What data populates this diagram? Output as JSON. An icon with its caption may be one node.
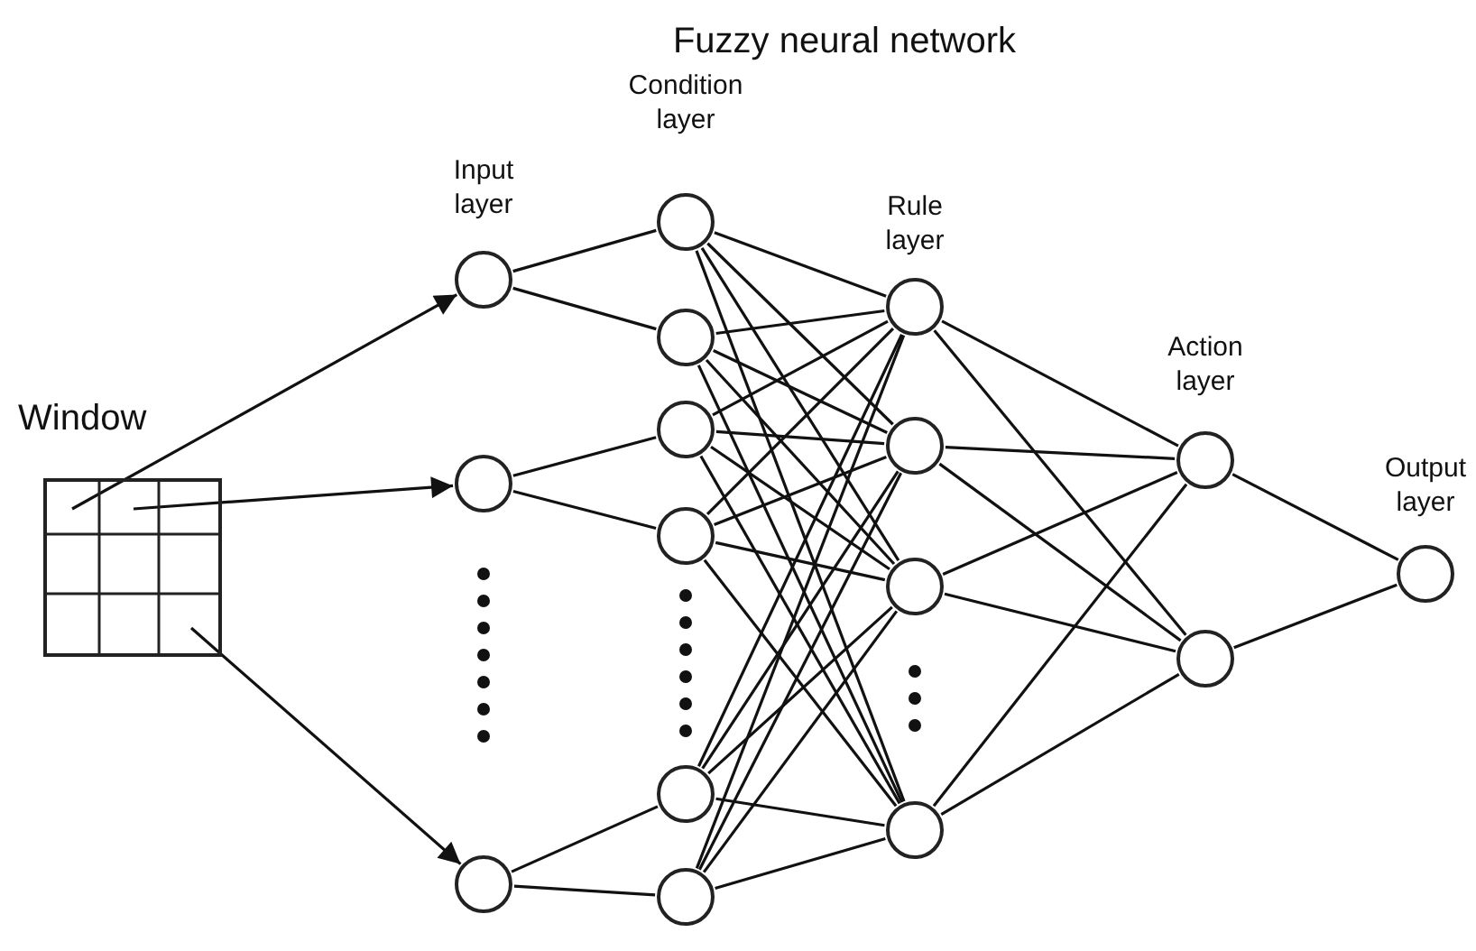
{
  "diagram": {
    "title": "Fuzzy neural network",
    "nodes": [
      {
        "text": [],
        "shape": "box",
        "beside": [
          "Window"
        ]
      },
      {
        "text": [],
        "shape": "circle"
      },
      {
        "text": [],
        "shape": "circle"
      },
      {
        "text": [],
        "shape": "circle"
      },
      {
        "text": [],
        "shape": "circle"
      },
      {
        "text": [],
        "shape": "circle"
      },
      {
        "text": [],
        "shape": "circle"
      },
      {
        "text": [],
        "shape": "circle"
      },
      {
        "text": [],
        "shape": "circle"
      },
      {
        "text": [],
        "shape": "circle"
      },
      {
        "text": [],
        "shape": "circle"
      },
      {
        "text": [],
        "shape": "circle"
      },
      {
        "text": [],
        "shape": "circle"
      },
      {
        "text": [],
        "shape": "circle"
      },
      {
        "text": [],
        "shape": "circle"
      },
      {
        "text": [],
        "shape": "circle"
      },
      {
        "text": [],
        "shape": "circle"
      }
    ],
    "edges": [
      {
        "from": 0,
        "to": 1,
        "arrow": "to"
      },
      {
        "from": 0,
        "to": 2,
        "arrow": "to"
      },
      {
        "from": 0,
        "to": 3,
        "arrow": "to"
      },
      {
        "from": 1,
        "to": 4,
        "arrow": "none"
      },
      {
        "from": 1,
        "to": 5,
        "arrow": "none"
      },
      {
        "from": 2,
        "to": 6,
        "arrow": "none"
      },
      {
        "from": 2,
        "to": 7,
        "arrow": "none"
      },
      {
        "from": 3,
        "to": 8,
        "arrow": "none"
      },
      {
        "from": 3,
        "to": 9,
        "arrow": "none"
      },
      {
        "from": 4,
        "to": 10,
        "arrow": "none"
      },
      {
        "from": 4,
        "to": 11,
        "arrow": "none"
      },
      {
        "from": 4,
        "to": 12,
        "arrow": "none"
      },
      {
        "from": 4,
        "to": 13,
        "arrow": "none"
      },
      {
        "from": 5,
        "to": 10,
        "arrow": "none"
      },
      {
        "from": 5,
        "to": 11,
        "arrow": "none"
      },
      {
        "from": 5,
        "to": 12,
        "arrow": "none"
      },
      {
        "from": 5,
        "to": 13,
        "arrow": "none"
      },
      {
        "from": 6,
        "to": 10,
        "arrow": "none"
      },
      {
        "from": 6,
        "to": 11,
        "arrow": "none"
      },
      {
        "from": 6,
        "to": 12,
        "arrow": "none"
      },
      {
        "from": 6,
        "to": 13,
        "arrow": "none"
      },
      {
        "from": 7,
        "to": 10,
        "arrow": "none"
      },
      {
        "from": 7,
        "to": 11,
        "arrow": "none"
      },
      {
        "from": 7,
        "to": 12,
        "arrow": "none"
      },
      {
        "from": 7,
        "to": 13,
        "arrow": "none"
      },
      {
        "from": 8,
        "to": 10,
        "arrow": "none"
      },
      {
        "from": 8,
        "to": 11,
        "arrow": "none"
      },
      {
        "from": 8,
        "to": 12,
        "arrow": "none"
      },
      {
        "from": 8,
        "to": 13,
        "arrow": "none"
      },
      {
        "from": 9,
        "to": 10,
        "arrow": "none"
      },
      {
        "from": 9,
        "to": 11,
        "arrow": "none"
      },
      {
        "from": 9,
        "to": 12,
        "arrow": "none"
      },
      {
        "from": 9,
        "to": 13,
        "arrow": "none"
      },
      {
        "from": 10,
        "to": 14,
        "arrow": "none"
      },
      {
        "from": 10,
        "to": 15,
        "arrow": "none"
      },
      {
        "from": 11,
        "to": 14,
        "arrow": "none"
      },
      {
        "from": 11,
        "to": 15,
        "arrow": "none"
      },
      {
        "from": 12,
        "to": 14,
        "arrow": "none"
      },
      {
        "from": 12,
        "to": 15,
        "arrow": "none"
      },
      {
        "from": 13,
        "to": 14,
        "arrow": "none"
      },
      {
        "from": 13,
        "to": 15,
        "arrow": "none"
      },
      {
        "from": 14,
        "to": 16,
        "arrow": "none"
      },
      {
        "from": 15,
        "to": 16,
        "arrow": "none"
      }
    ],
    "labels": [
      "Condition layer",
      "Input layer",
      "Rule layer",
      "Action layer",
      "Output layer"
    ]
  }
}
